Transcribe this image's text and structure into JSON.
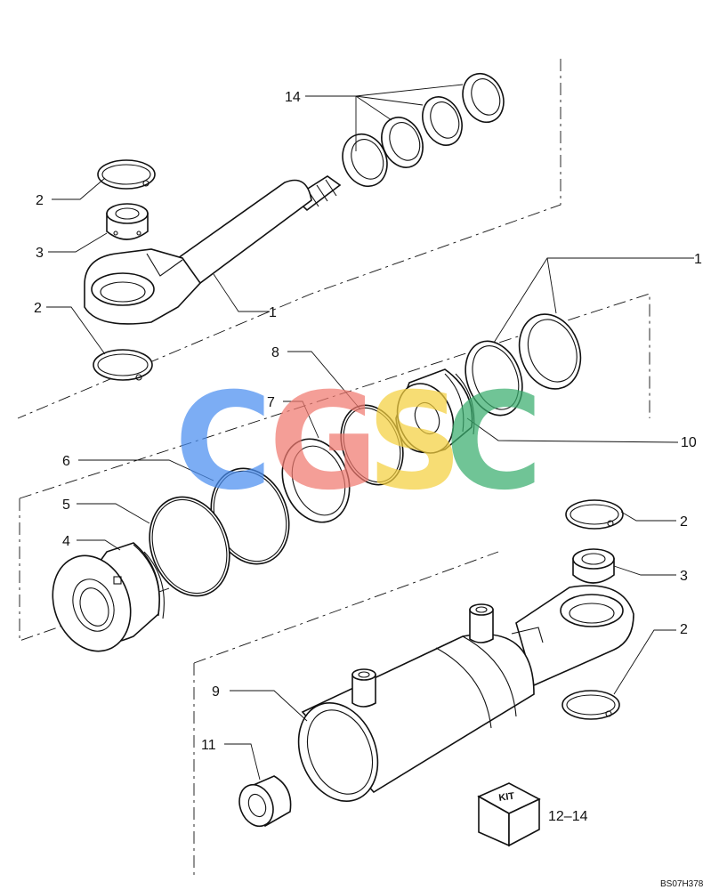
{
  "callouts": {
    "c14": "14",
    "c2a": "2",
    "c3a": "3",
    "c2b": "2",
    "c1a": "1",
    "c1b": "1",
    "c8": "8",
    "c7": "7",
    "c10": "10",
    "c6": "6",
    "c5": "5",
    "c4": "4",
    "c2c": "2",
    "c3b": "3",
    "c2d": "2",
    "c9": "9",
    "c11": "11"
  },
  "kit": {
    "label": "KIT",
    "range": "12–14"
  },
  "drawing_code": "BS07H378",
  "watermark": {
    "letters": [
      "C",
      "G",
      "S",
      "C"
    ],
    "colors": [
      "#4a8ef0",
      "#f07a70",
      "#f5d040",
      "#3aae6e"
    ]
  }
}
